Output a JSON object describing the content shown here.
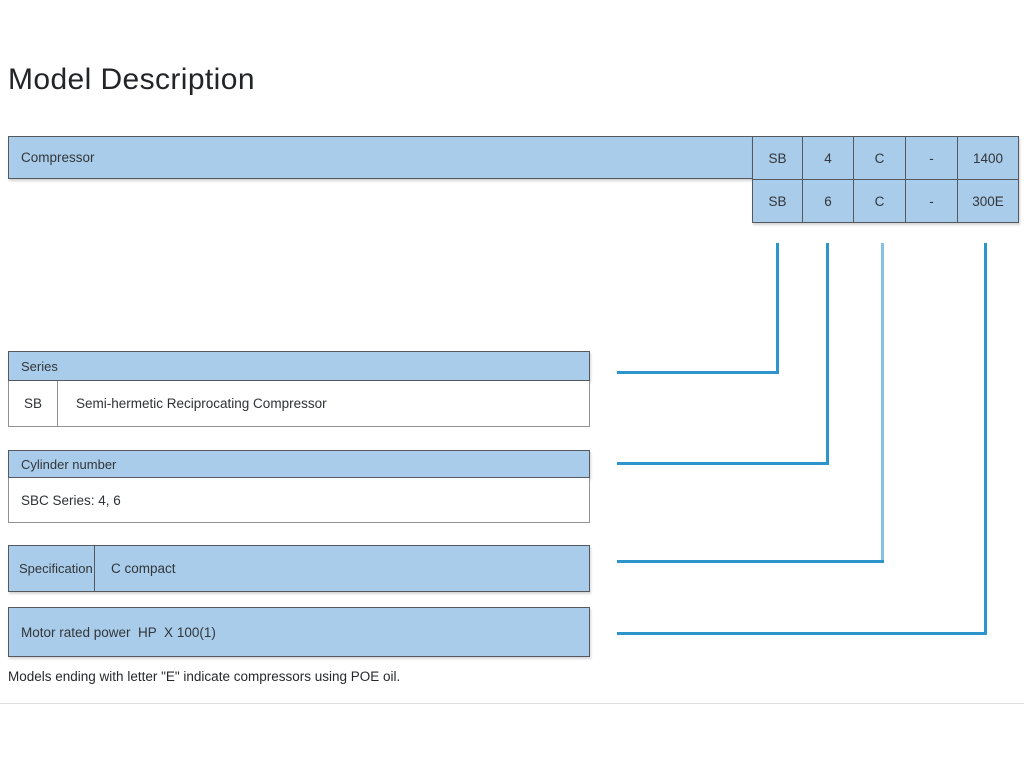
{
  "title": "Model Description",
  "compressor_label": "Compressor",
  "model_table": {
    "rows": [
      [
        "SB",
        "4",
        "C",
        "-",
        "1400"
      ],
      [
        "SB",
        "6",
        "C",
        "-",
        "300E"
      ]
    ]
  },
  "series_box": {
    "header": "Series",
    "code": "SB",
    "description": "Semi-hermetic Reciprocating Compressor"
  },
  "cylinder_box": {
    "header": "Cylinder number",
    "body": "SBC Series: 4, 6"
  },
  "specification_box": {
    "label": "Specification",
    "value": "C compact"
  },
  "motor_power_box": {
    "label": "Motor rated power  HP  X 100(1)"
  },
  "footnote": "Models ending with letter \"E\" indicate compressors using POE oil.",
  "colors": {
    "fill_blue": "#a8cce9",
    "line_blue": "#2d94cc",
    "line_blue_light": "#85c3e4",
    "border_dark": "#55585c",
    "border_gray": "#8f9296"
  }
}
